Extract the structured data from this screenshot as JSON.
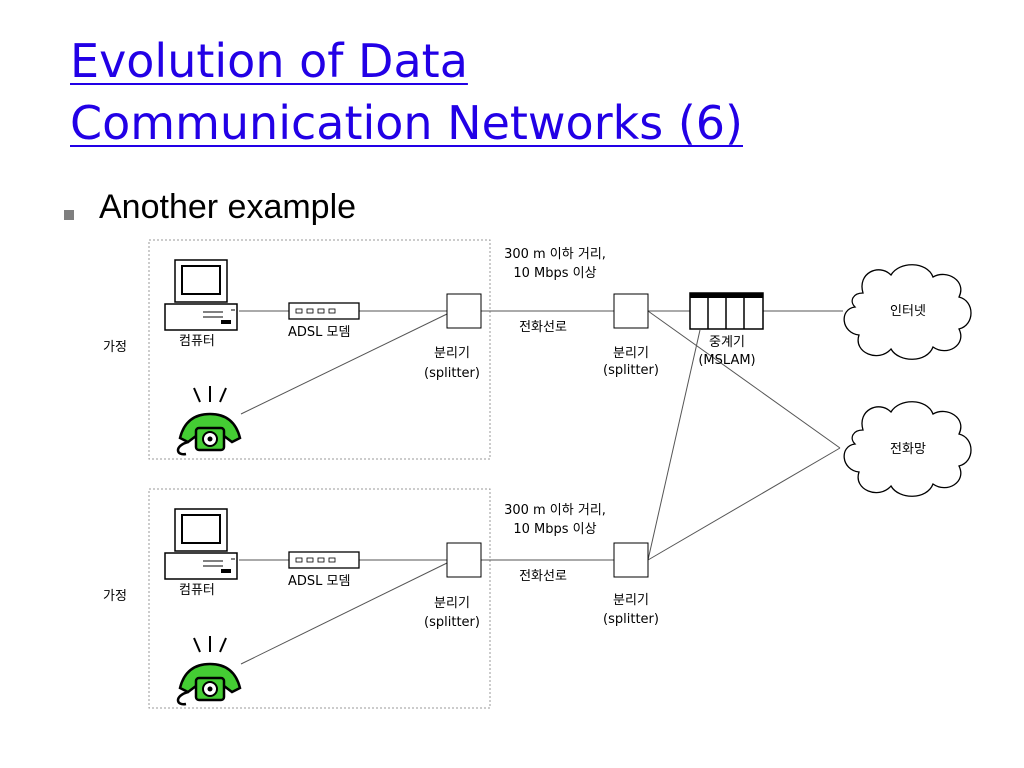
{
  "slide": {
    "title_line1": "Evolution of Data",
    "title_line2": "Communication Networks (6)",
    "bullet": "Another example"
  },
  "diagram": {
    "household_label": "가정",
    "computer_label": "컴퓨터",
    "modem_label": "ADSL 모뎀",
    "splitter_label": "분리기",
    "splitter_sub": "(splitter)",
    "distance_line1": "300 m 이하 거리,",
    "distance_line2": "10 Mbps 이상",
    "phone_line_label": "전화선로",
    "mslam_label": "중계기",
    "mslam_sub": "(MSLAM)",
    "internet_label": "인터넷",
    "telephone_network_label": "전화망"
  },
  "colors": {
    "title": "#2200e6",
    "phone": "#44cc33",
    "line": "#555555"
  },
  "icons": [
    "computer-icon",
    "modem-icon",
    "telephone-icon",
    "cloud-icon",
    "mslam-rack-icon"
  ]
}
